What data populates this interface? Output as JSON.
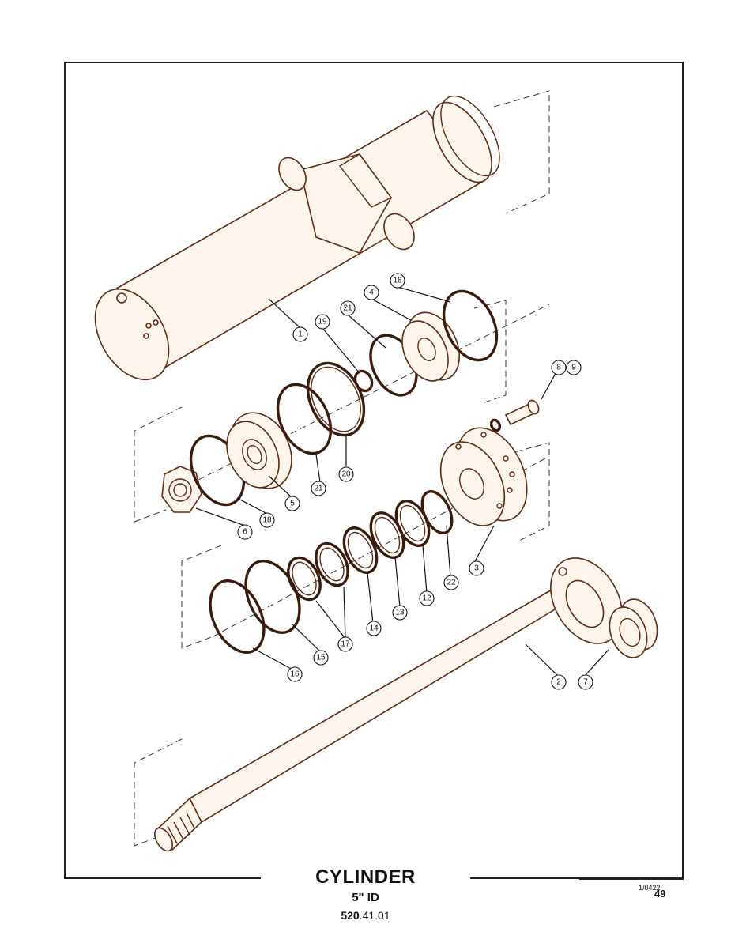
{
  "title": "CYLINDER",
  "subtitle": "5\" ID",
  "part_number_bold": "520",
  "part_number_rest": ".41.01",
  "date_code": "1/0422",
  "page_number": "49",
  "callouts": {
    "c1": "1",
    "c2": "2",
    "c3": "3",
    "c4": "4",
    "c5": "5",
    "c6": "6",
    "c7": "7",
    "c8": "8",
    "c9": "9",
    "c12": "12",
    "c13": "13",
    "c14": "14",
    "c15": "15",
    "c16": "16",
    "c17": "17",
    "c18a": "18",
    "c18b": "18",
    "c19": "19",
    "c20": "20",
    "c21a": "21",
    "c21b": "21",
    "c22": "22"
  },
  "colors": {
    "line": "#5a2a12",
    "fill": "#fff5ec",
    "frame": "#222222"
  }
}
